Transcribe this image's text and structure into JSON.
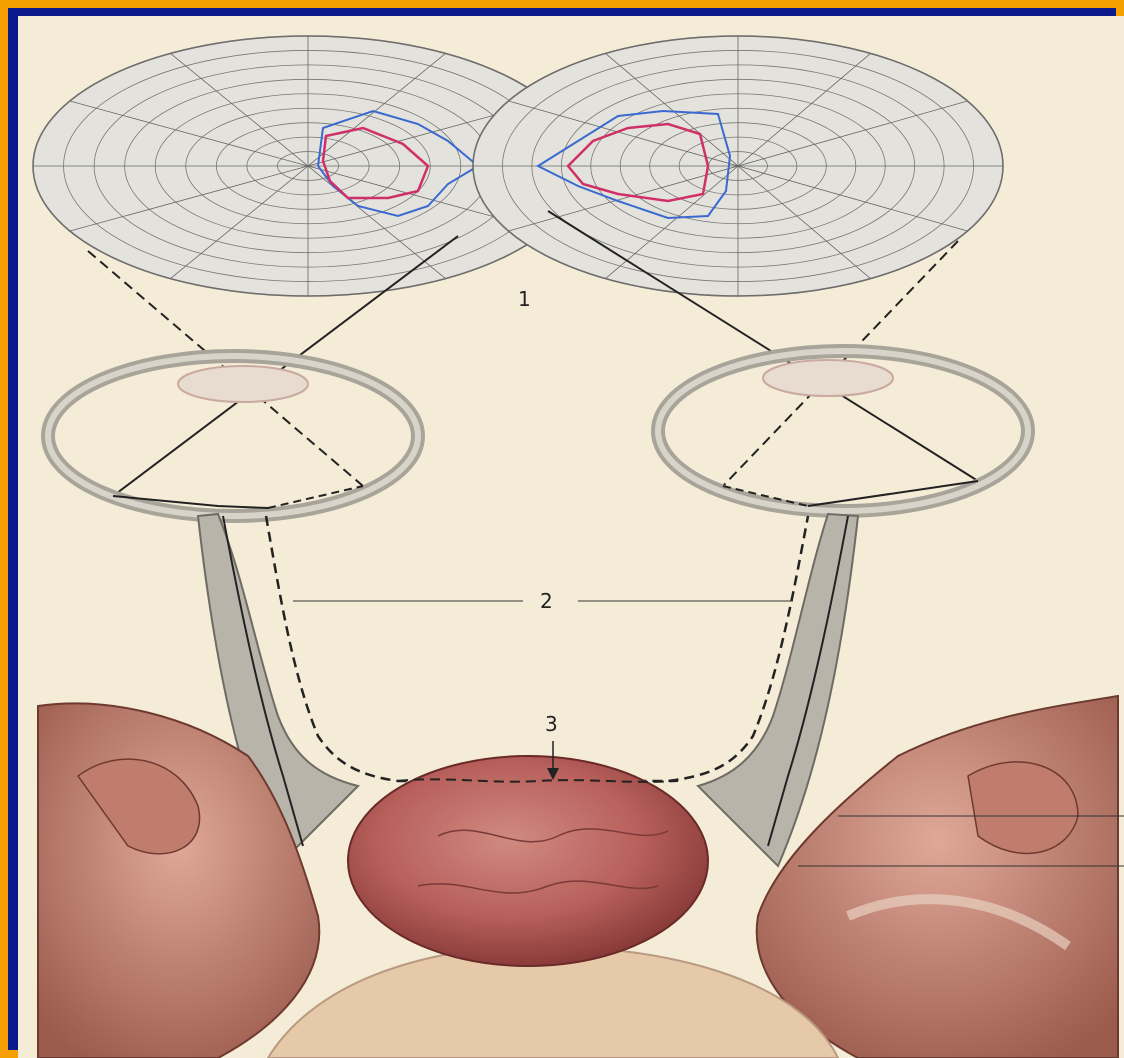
{
  "figure": {
    "labels": {
      "visual_fields": "1",
      "optic_nerves": "2",
      "chiasm": "3"
    }
  },
  "colors": {
    "frame": "#f5a000",
    "background": "#0a1a8c",
    "plate": "#f4ecd6",
    "field_red": "#d0306a",
    "field_blue": "#3a6ad0",
    "tumor": "#b86060",
    "brain": "#c98b7a"
  }
}
